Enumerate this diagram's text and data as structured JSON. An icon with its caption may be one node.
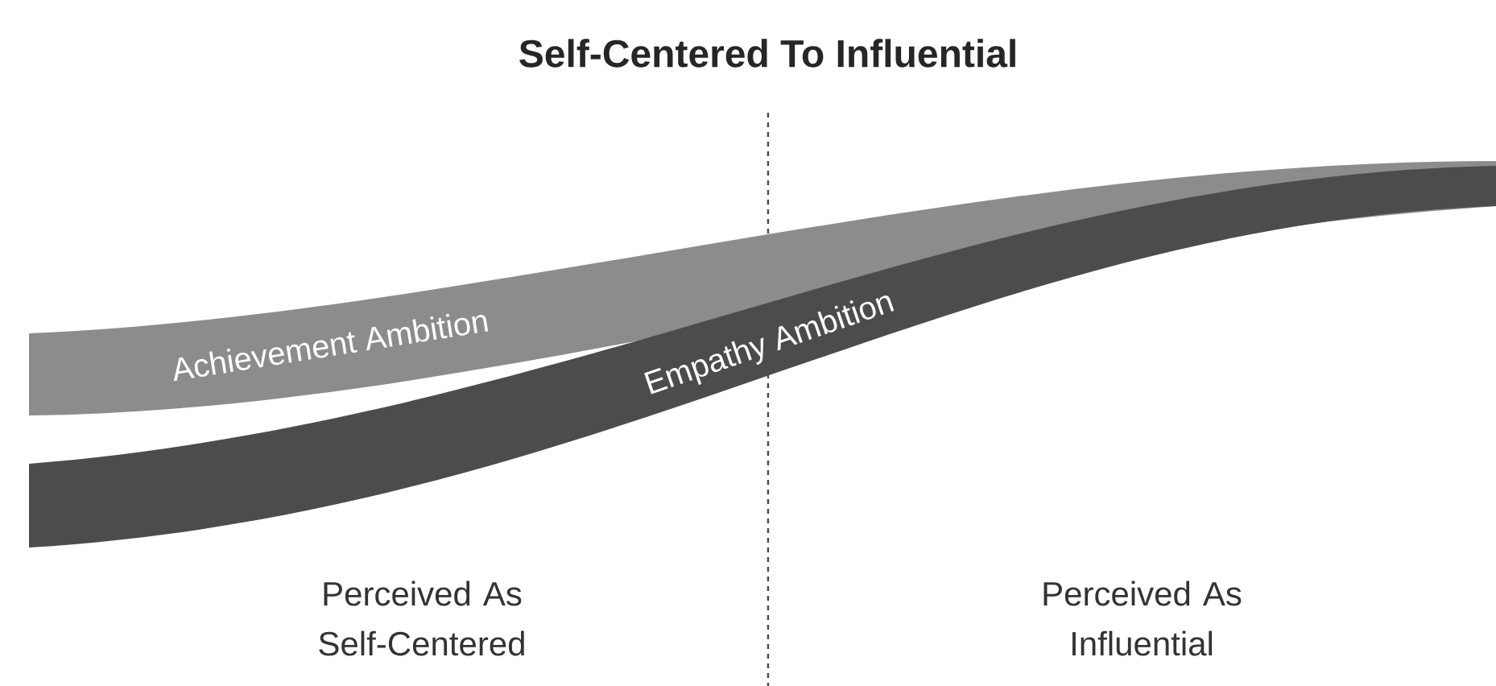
{
  "diagram": {
    "title": "Self-Centered To Influential",
    "nodes": [
      {
        "text": [
          "Achievement Ambition"
        ]
      },
      {
        "text": [
          "Empathy Ambition"
        ]
      }
    ],
    "edges": [],
    "labels": [
      "Perceived As Self-Centered",
      "Perceived As Influential"
    ]
  }
}
